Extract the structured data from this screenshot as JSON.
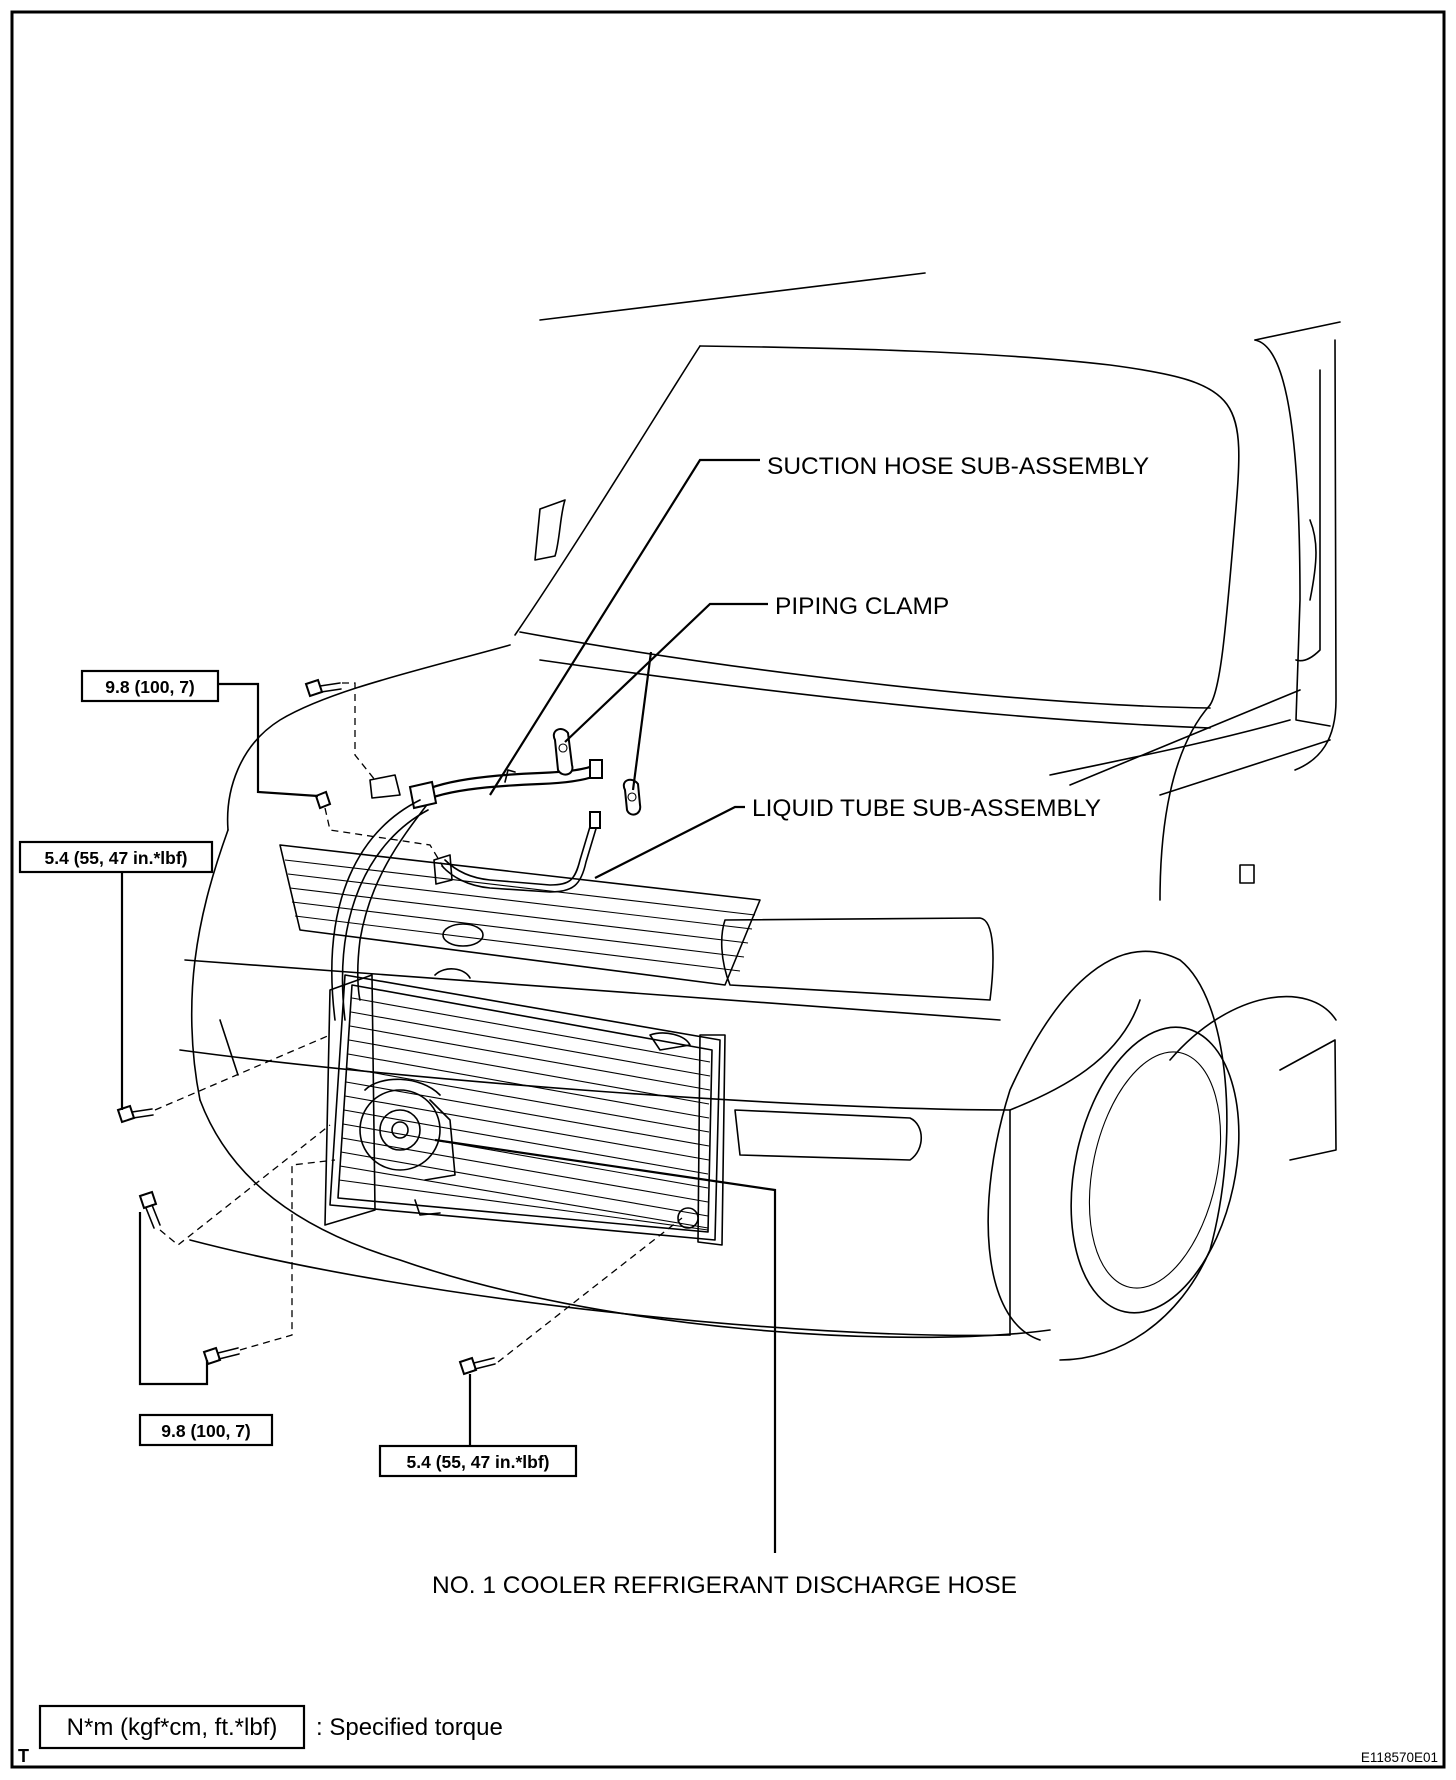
{
  "labels": {
    "suction_hose": "SUCTION HOSE SUB-ASSEMBLY",
    "piping_clamp": "PIPING CLAMP",
    "liquid_tube": "LIQUID TUBE SUB-ASSEMBLY",
    "discharge_hose": "NO. 1 COOLER REFRIGERANT DISCHARGE HOSE"
  },
  "torques": {
    "top_left": "9.8 (100, 7)",
    "mid_left": "5.4 (55, 47 in.*lbf)",
    "bottom_left": "9.8 (100, 7)",
    "bottom_center": "5.4 (55, 47 in.*lbf)"
  },
  "legend": {
    "units": "N*m (kgf*cm, ft.*lbf)",
    "description": ": Specified torque"
  },
  "corner_mark": "T",
  "figure_code": "E118570E01"
}
